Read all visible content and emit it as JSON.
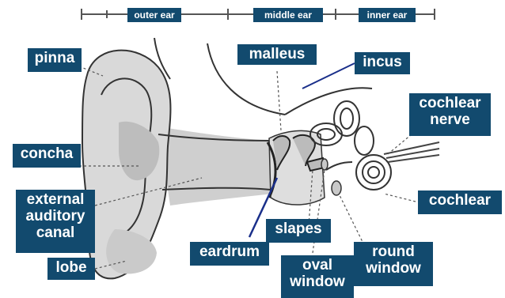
{
  "diagram": {
    "sections": [
      "outer ear",
      "middle ear",
      "inner ear"
    ],
    "labels": {
      "pinna": "pinna",
      "malleus": "malleus",
      "incus": "incus",
      "cochlear_nerve": "cochlear\nnerve",
      "concha": "concha",
      "external_auditory_canal": "external\nauditory\ncanal",
      "cochlear": "cochlear",
      "slapes": "slapes",
      "eardrum": "eardrum",
      "round_window": "round\nwindow",
      "lobe": "lobe",
      "oval_window": "oval\nwindow"
    },
    "colors": {
      "label_bg": "#124a6e",
      "label_text": "#ffffff",
      "line": "#333333",
      "pointer": "#1a2f8a",
      "skin": "#d6d6d6"
    }
  }
}
